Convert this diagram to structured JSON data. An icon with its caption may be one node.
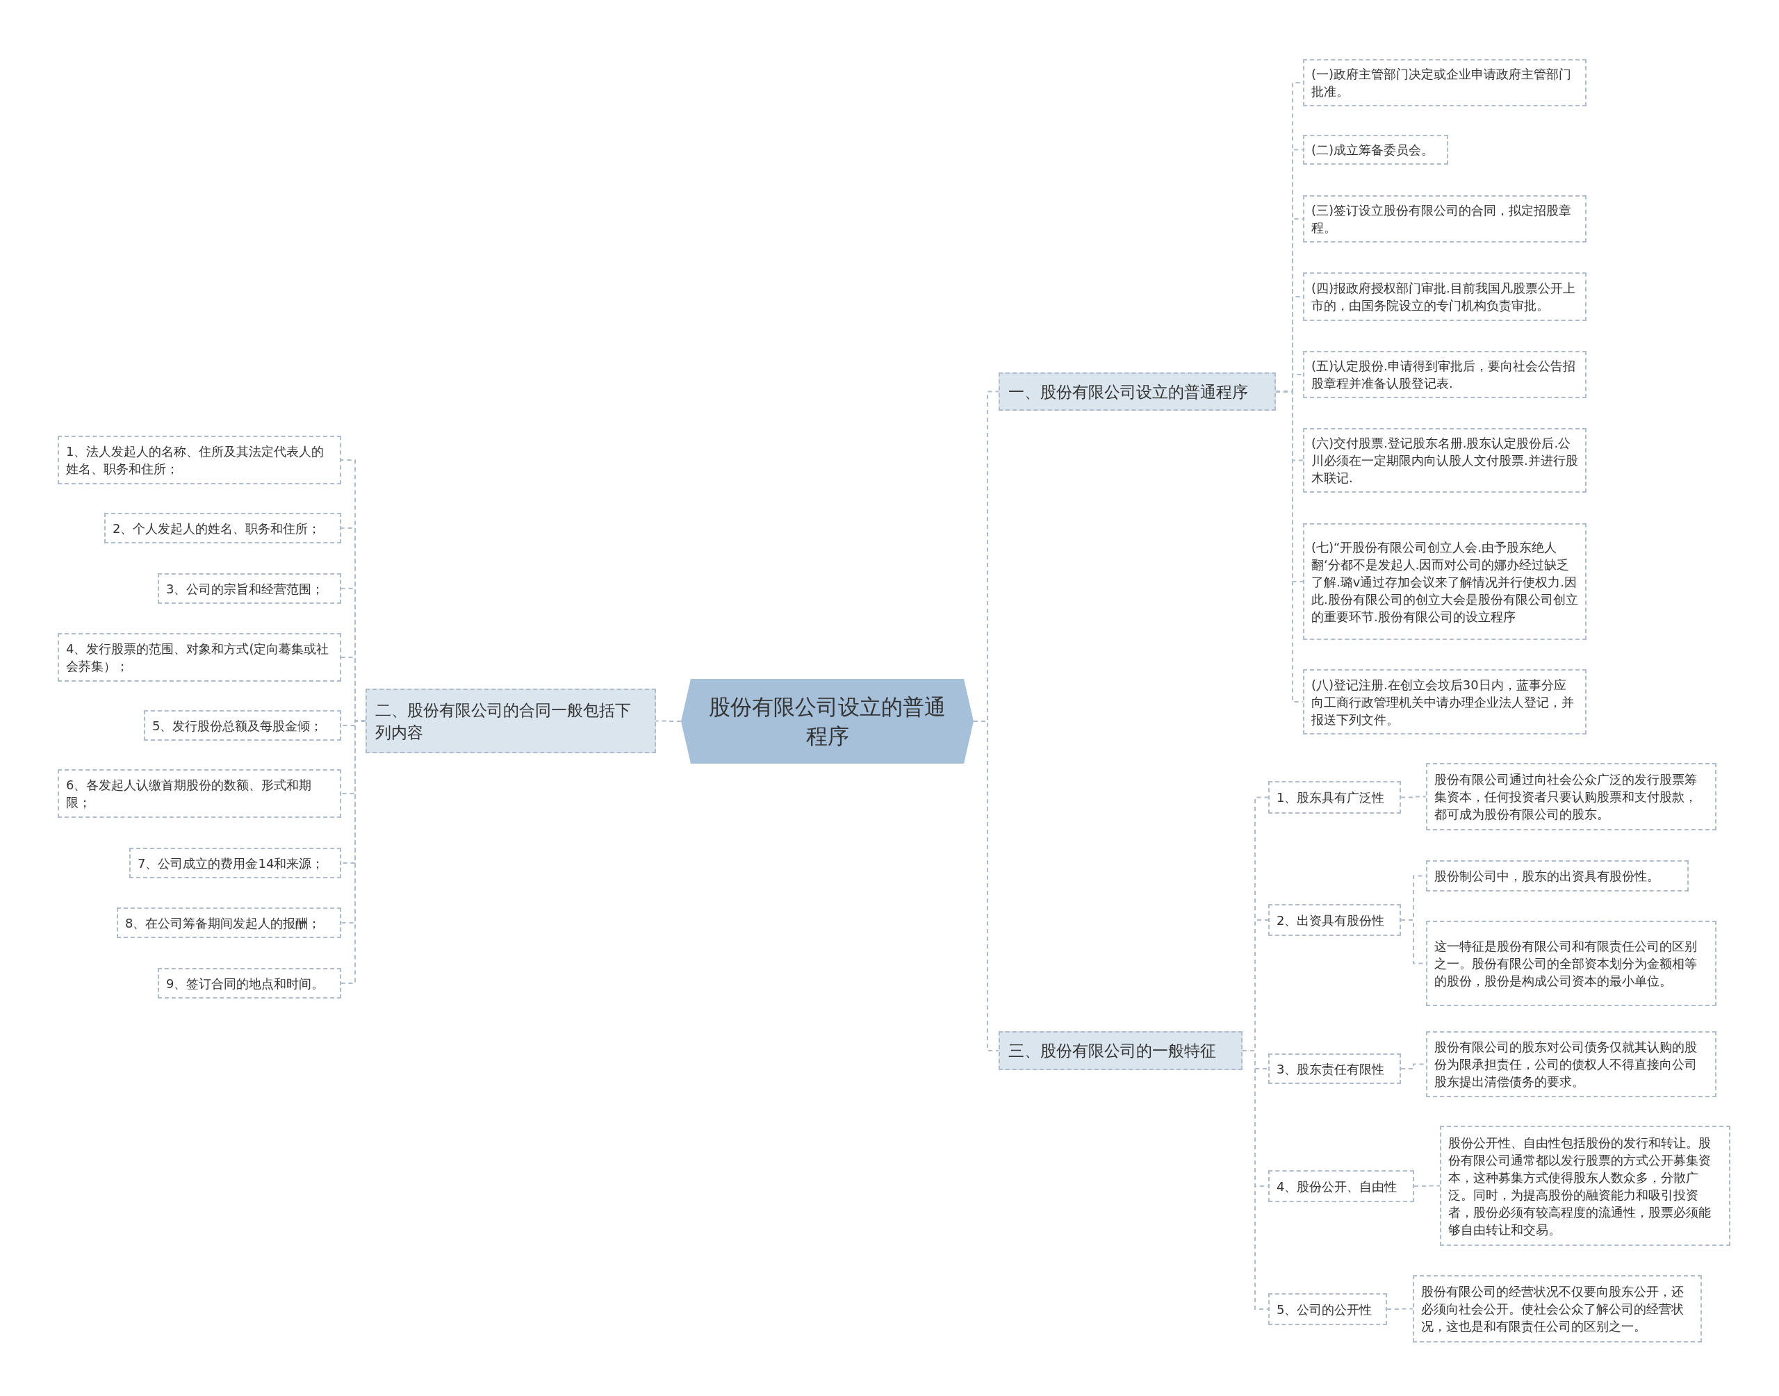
{
  "diagram": {
    "nodes": [
      {
        "text": [
          "股份有限公司设立的普通程序"
        ]
      },
      {
        "text": [
          "一、股份有限公司设立的普通程序"
        ]
      },
      {
        "text": [
          "(一)政府主管部门决定或企业申请政府主管部门批准。"
        ]
      },
      {
        "text": [
          "(二)成立筹备委员会。"
        ]
      },
      {
        "text": [
          "(三)签订设立股份有限公司的合同，拟定招股章程。"
        ]
      },
      {
        "text": [
          "(四)报政府授权部门审批.目前我国凡股票公开上市的，由国务院设立的专门机构负责审批。"
        ]
      },
      {
        "text": [
          "(五)认定股份.申请得到审批后，要向社会公告招股章程并准备认股登记表."
        ]
      },
      {
        "text": [
          "(六)交付股票.登记股东名册.股东认定股份后.公川必须在一定期限内向认股人文付股票.并进行股木联记."
        ]
      },
      {
        "text": [
          "(七)“开股份有限公司创立人会.由予股东绝人翻‘分都不是发起人.因而对公司的娜办经过缺乏了解.璐v通过存加会议来了解情况并行使权力.因此.股份有限公司的创立大会是股份有限公司创立的重要环节.股份有限公司的设立程序"
        ]
      },
      {
        "text": [
          "(八)登记注册.在创立会坟后30日内，蓝事分应向工商行政管理机关中请办理企业法人登记，并报送下列文件。"
        ]
      },
      {
        "text": [
          "二、股份有限公司的合同一般包括下列内容"
        ]
      },
      {
        "text": [
          "1、法人发起人的名称、住所及其法定代表人的姓名、职务和住所；"
        ]
      },
      {
        "text": [
          "2、个人发起人的姓名、职务和住所；"
        ]
      },
      {
        "text": [
          "3、公司的宗旨和经营范围；"
        ]
      },
      {
        "text": [
          "4、发行股票的范围、对象和方式(定向蓦集或社会荞集）；"
        ]
      },
      {
        "text": [
          "5、发行股份总额及每股金倾；"
        ]
      },
      {
        "text": [
          "6、各发起人认缴首期股份的数额、形式和期限；"
        ]
      },
      {
        "text": [
          "7、公司成立的费用金14和来源；"
        ]
      },
      {
        "text": [
          "8、在公司筹备期间发起人的报酬；"
        ]
      },
      {
        "text": [
          "9、签订合同的地点和时间。"
        ]
      },
      {
        "text": [
          "三、股份有限公司的一般特征"
        ]
      },
      {
        "text": [
          "1、股东具有广泛性"
        ]
      },
      {
        "text": [
          "股份有限公司通过向社会公众广泛的发行股票筹集资本，任何投资者只要认购股票和支付股款，都可成为股份有限公司的股东。"
        ]
      },
      {
        "text": [
          "2、出资具有股份性"
        ]
      },
      {
        "text": [
          "股份制公司中，股东的出资具有股份性。"
        ]
      },
      {
        "text": [
          "这一特征是股份有限公司和有限责任公司的区别之一。股份有限公司的全部资本划分为金额相等的股份，股份是构成公司资本的最小单位。"
        ]
      },
      {
        "text": [
          "3、股东责任有限性"
        ]
      },
      {
        "text": [
          "股份有限公司的股东对公司债务仅就其认购的股份为限承担责任，公司的债权人不得直接向公司股东提出清偿债务的要求。"
        ]
      },
      {
        "text": [
          "4、股份公开、自由性"
        ]
      },
      {
        "text": [
          "股份公开性、自由性包括股份的发行和转让。股份有限公司通常都以发行股票的方式公开募集资本，这种募集方式使得股东人数众多，分散广泛。同时，为提高股份的融资能力和吸引投资者，股份必须有较高程度的流通性，股票必须能够自由转让和交易。"
        ]
      },
      {
        "text": [
          "5、公司的公开性"
        ]
      },
      {
        "text": [
          "股份有限公司的经营状况不仅要向股东公开，还必须向社会公开。使社会公众了解公司的经营状况，这也是和有限责任公司的区别之一。"
        ]
      }
    ],
    "edges": [
      {
        "from": 0,
        "to": 1,
        "arrow": "none"
      },
      {
        "from": 1,
        "to": 2,
        "arrow": "none"
      },
      {
        "from": 1,
        "to": 3,
        "arrow": "none"
      },
      {
        "from": 1,
        "to": 4,
        "arrow": "none"
      },
      {
        "from": 1,
        "to": 5,
        "arrow": "none"
      },
      {
        "from": 1,
        "to": 6,
        "arrow": "none"
      },
      {
        "from": 1,
        "to": 7,
        "arrow": "none"
      },
      {
        "from": 1,
        "to": 8,
        "arrow": "none"
      },
      {
        "from": 1,
        "to": 9,
        "arrow": "none"
      },
      {
        "from": 0,
        "to": 10,
        "arrow": "none"
      },
      {
        "from": 10,
        "to": 11,
        "arrow": "none"
      },
      {
        "from": 10,
        "to": 12,
        "arrow": "none"
      },
      {
        "from": 10,
        "to": 13,
        "arrow": "none"
      },
      {
        "from": 10,
        "to": 14,
        "arrow": "none"
      },
      {
        "from": 10,
        "to": 15,
        "arrow": "none"
      },
      {
        "from": 10,
        "to": 16,
        "arrow": "none"
      },
      {
        "from": 10,
        "to": 17,
        "arrow": "none"
      },
      {
        "from": 10,
        "to": 18,
        "arrow": "none"
      },
      {
        "from": 10,
        "to": 19,
        "arrow": "none"
      },
      {
        "from": 0,
        "to": 20,
        "arrow": "none"
      },
      {
        "from": 20,
        "to": 21,
        "arrow": "none"
      },
      {
        "from": 21,
        "to": 22,
        "arrow": "none"
      },
      {
        "from": 20,
        "to": 23,
        "arrow": "none"
      },
      {
        "from": 23,
        "to": 24,
        "arrow": "none"
      },
      {
        "from": 23,
        "to": 25,
        "arrow": "none"
      },
      {
        "from": 20,
        "to": 26,
        "arrow": "none"
      },
      {
        "from": 26,
        "to": 27,
        "arrow": "none"
      },
      {
        "from": 20,
        "to": 28,
        "arrow": "none"
      },
      {
        "from": 28,
        "to": 29,
        "arrow": "none"
      },
      {
        "from": 20,
        "to": 30,
        "arrow": "none"
      },
      {
        "from": 30,
        "to": 31,
        "arrow": "none"
      }
    ]
  }
}
